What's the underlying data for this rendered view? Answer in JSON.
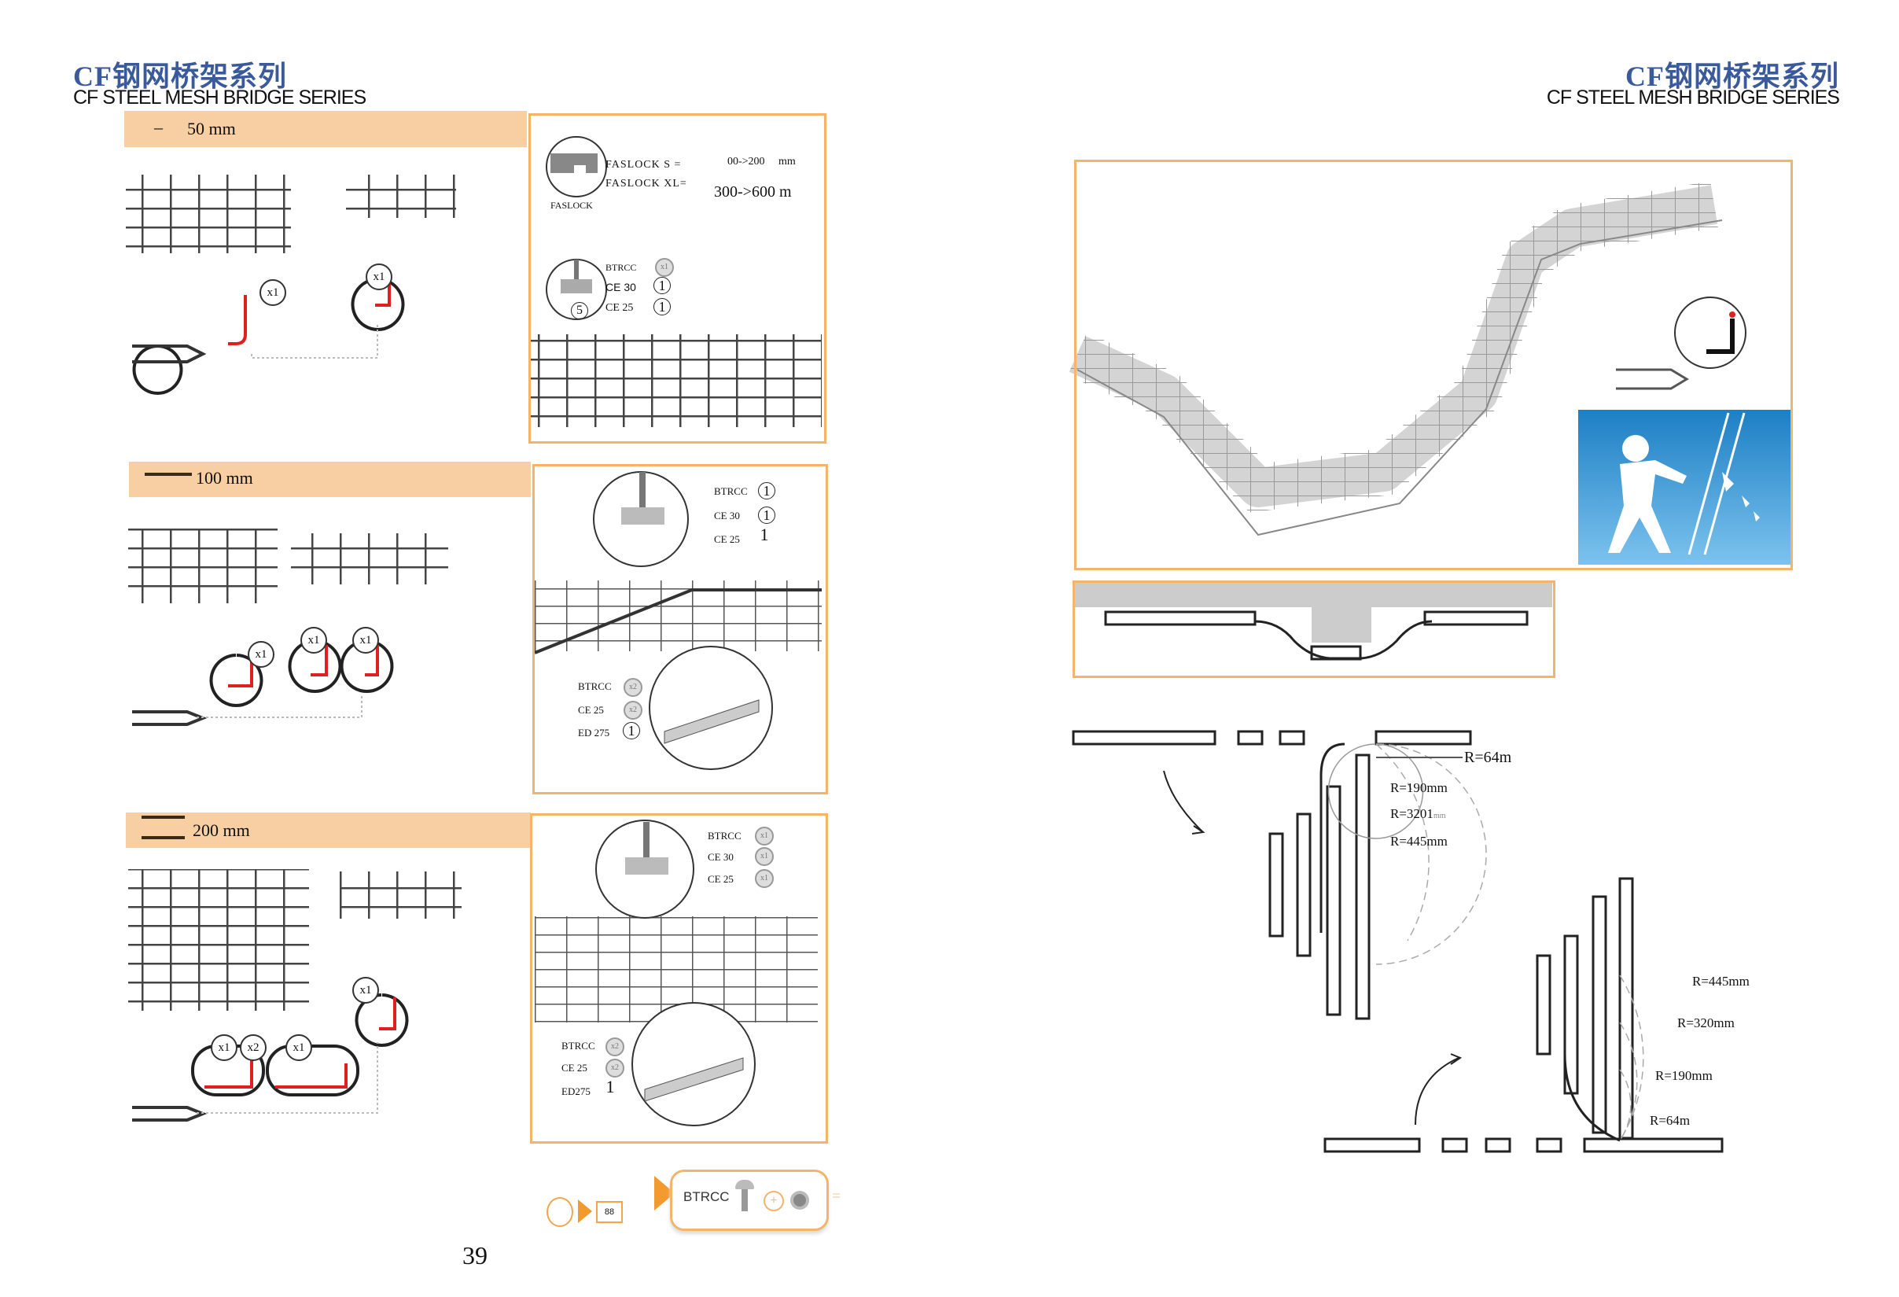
{
  "header_left": {
    "title_cn": "CF钢网桥架系列",
    "title_en": "CF STEEL MESH BRIDGE SERIES"
  },
  "header_right": {
    "title_cn": "CF钢网桥架系列",
    "title_en": "CF STEEL MESH BRIDGE SERIES"
  },
  "sections": [
    {
      "band_label": "50 mm",
      "badges": [
        "x1",
        "x1"
      ],
      "panel": {
        "faslock_s": "FASLOCK  S  =",
        "faslock_s_range": "00->200",
        "faslock_s_unit": "mm",
        "faslock_xl": "FASLOCK  XL=",
        "faslock_xl_range": "300->600 m",
        "faslock_caption": "FASLOCK",
        "detail_number": "5",
        "parts": [
          {
            "name": "BTRCC",
            "qty": "x1"
          },
          {
            "name": "CE 30",
            "qty": "1"
          },
          {
            "name": "CE 25",
            "qty": "1"
          }
        ]
      }
    },
    {
      "band_label": "100 mm",
      "badges": [
        "x1",
        "x1",
        "x1"
      ],
      "panel": {
        "parts_top": [
          {
            "name": "BTRCC",
            "qty": "1"
          },
          {
            "name": "CE 30",
            "qty": "1"
          },
          {
            "name": "CE 25",
            "qty": "1"
          }
        ],
        "parts_bottom": [
          {
            "name": "BTRCC",
            "qty": "x2"
          },
          {
            "name": "CE 25",
            "qty": "x2"
          },
          {
            "name": "ED 275",
            "qty": "1"
          }
        ]
      }
    },
    {
      "band_label": "200  mm",
      "badges": [
        "x1",
        "x1",
        "x2",
        "x1"
      ],
      "panel": {
        "parts_top": [
          {
            "name": "BTRCC",
            "qty": "x1"
          },
          {
            "name": "CE 30",
            "qty": "x1"
          },
          {
            "name": "CE 25",
            "qty": "x1"
          }
        ],
        "parts_bottom": [
          {
            "name": "BTRCC",
            "qty": "x2"
          },
          {
            "name": "CE 25",
            "qty": "x2"
          },
          {
            "name": "ED275",
            "qty": "1"
          }
        ]
      }
    }
  ],
  "footer_kit": {
    "book_icon_text": "88",
    "kit_label": "BTRCC",
    "plus": "+",
    "equals": "="
  },
  "page_number": "39",
  "bend_top": {
    "r1": "R=64m",
    "r2": "R=190mm",
    "r3": "R=3201",
    "r3_unit": "mm",
    "r4": "R=445mm"
  },
  "bend_bottom": {
    "r1": "R=445mm",
    "r2": "R=320mm",
    "r3": "R=190mm",
    "r4": "R=64m"
  },
  "colors": {
    "accent_orange": "#f2b56b",
    "band": "#f8cfa2",
    "title_blue": "#3a5a9c",
    "photo_blue": "#2a8fd0",
    "cut_red": "#e02020"
  }
}
